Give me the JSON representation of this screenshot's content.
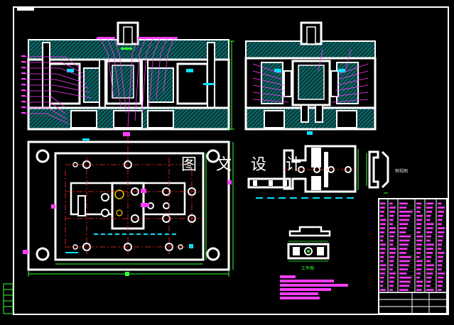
{
  "watermark": {
    "text": "图 文 设 计"
  },
  "labels": {
    "side_view_label": "侧视图",
    "part_view_label": "工件图"
  },
  "title_block": {
    "company": "",
    "drawing_no": ""
  },
  "colors": {
    "background": "#000000",
    "frame": "#ffffff",
    "mold_body": "#ffffff",
    "hatch": "#00b3b3",
    "leader": "#ff3dff",
    "center_line": "#ff2a2a",
    "dimension": "#3cff3c",
    "annotation_cyan": "#00e5ff",
    "border_green": "#33ff33"
  }
}
